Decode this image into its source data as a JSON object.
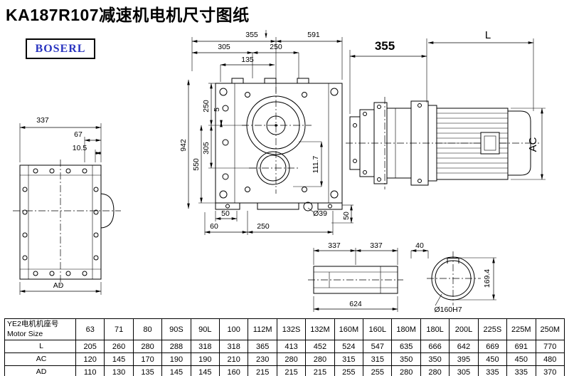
{
  "title": "KA187R107减速机电机尺寸图纸",
  "logo": "BOSERL",
  "dims": {
    "left": {
      "w337": "337",
      "w67": "67",
      "w105": "10.5",
      "ad": "AD"
    },
    "front": {
      "t355": "355",
      "t591": "591",
      "t305": "305",
      "t250": "250",
      "t135": "135",
      "l250": "250",
      "l5": "5",
      "l305": "305",
      "l550": "550",
      "l942": "942",
      "r1117": "111.7",
      "b50a": "50",
      "b60": "60",
      "b250": "250",
      "dia39": "Ø39",
      "b50b": "50"
    },
    "motor": {
      "m355": "355",
      "L": "L",
      "AC": "AC"
    },
    "shaft": {
      "a337": "337",
      "b337": "337",
      "c624": "624"
    },
    "bore": {
      "k40": "40",
      "h1694": "169.4",
      "dia160": "Ø160H7"
    }
  },
  "table": {
    "row_header_cn": "YE2电机机座号",
    "row_header_en": "Motor Size",
    "sizes": [
      "63",
      "71",
      "80",
      "90S",
      "90L",
      "100",
      "112M",
      "132S",
      "132M",
      "160M",
      "160L",
      "180M",
      "180L",
      "200L",
      "225S",
      "225M",
      "250M"
    ],
    "rows": [
      {
        "label": "L",
        "values": [
          "205",
          "260",
          "280",
          "288",
          "318",
          "318",
          "365",
          "413",
          "452",
          "524",
          "547",
          "635",
          "666",
          "642",
          "669",
          "691",
          "770"
        ]
      },
      {
        "label": "AC",
        "values": [
          "120",
          "145",
          "170",
          "190",
          "190",
          "210",
          "230",
          "280",
          "280",
          "315",
          "315",
          "350",
          "350",
          "395",
          "450",
          "450",
          "480"
        ]
      },
      {
        "label": "AD",
        "values": [
          "110",
          "130",
          "135",
          "145",
          "145",
          "160",
          "215",
          "215",
          "215",
          "255",
          "255",
          "280",
          "280",
          "305",
          "335",
          "335",
          "370"
        ]
      }
    ]
  }
}
